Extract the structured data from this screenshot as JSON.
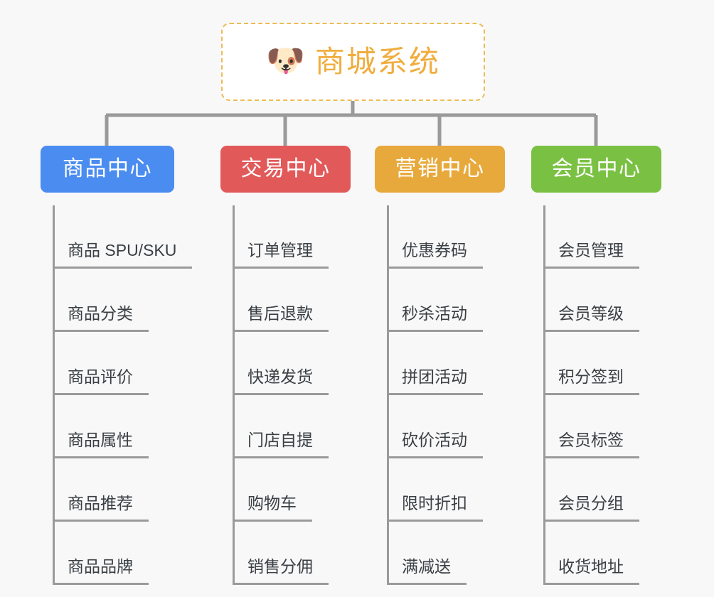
{
  "root": {
    "icon": "shiba-dog-face-icon",
    "icon_glyph": "🐶",
    "title": "商城系统",
    "title_color": "#f0ad3e",
    "border_color": "#eebb55"
  },
  "canvas": {
    "background": "#f8f8f8",
    "line_color": "#9a9a9a"
  },
  "branches": [
    {
      "label": "商品中心",
      "color": "#4a8cf0",
      "items": [
        "商品 SPU/SKU",
        "商品分类",
        "商品评价",
        "商品属性",
        "商品推荐",
        "商品品牌"
      ]
    },
    {
      "label": "交易中心",
      "color": "#e2595a",
      "items": [
        "订单管理",
        "售后退款",
        "快递发货",
        "门店自提",
        "购物车",
        "销售分佣"
      ]
    },
    {
      "label": "营销中心",
      "color": "#e8a93c",
      "items": [
        "优惠券码",
        "秒杀活动",
        "拼团活动",
        "砍价活动",
        "限时折扣",
        "满减送"
      ]
    },
    {
      "label": "会员中心",
      "color": "#7ac143",
      "items": [
        "会员管理",
        "会员等级",
        "积分签到",
        "会员标签",
        "会员分组",
        "收货地址"
      ]
    }
  ]
}
